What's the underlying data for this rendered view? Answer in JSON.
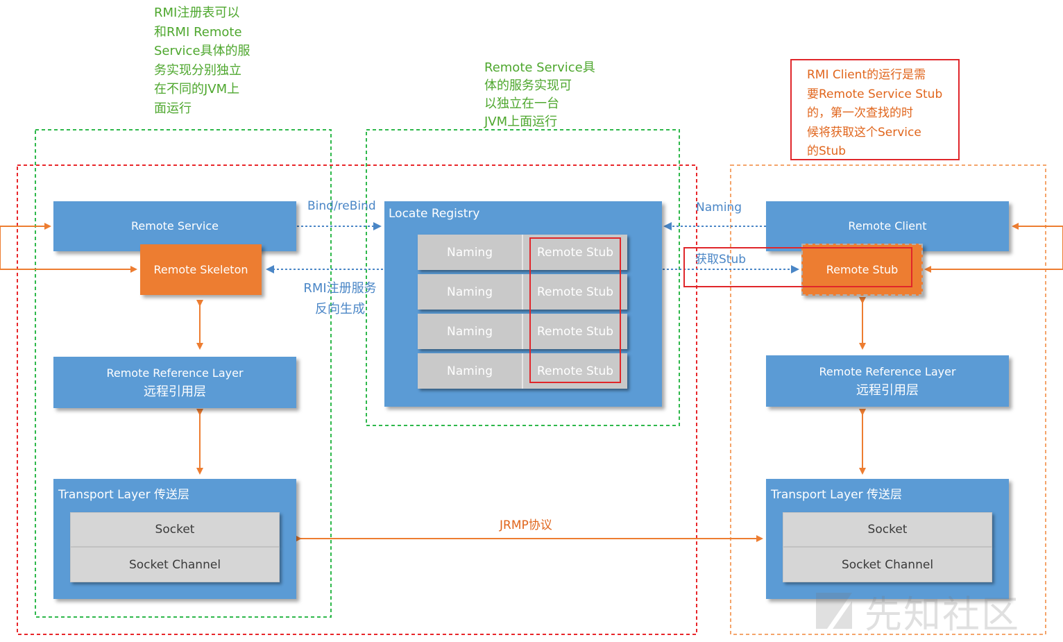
{
  "notes": {
    "registry_separate_jvm": [
      "RMI注册表可以",
      "和RMI Remote",
      "Service具体的服",
      "务实现分别独立",
      "在不同的JVM上",
      "面运行"
    ],
    "service_one_jvm": [
      "Remote Service具",
      "体的服务实现可",
      "以独立在一台",
      "JVM上面运行"
    ],
    "client_needs_stub": [
      "RMI Client的运行是需",
      "要Remote Service Stub",
      "的，第一次查找的时",
      "候将获取这个Service",
      "的Stub"
    ]
  },
  "server": {
    "remote_service": "Remote Service",
    "remote_skeleton": "Remote Skeleton",
    "reference_layer_en": "Remote Reference Layer",
    "reference_layer_zh": "远程引用层",
    "transport_layer": "Transport Layer 传送层",
    "socket": "Socket",
    "socket_channel": "Socket Channel"
  },
  "registry": {
    "title": "Locate Registry",
    "rows": [
      {
        "naming": "Naming",
        "stub": "Remote Stub"
      },
      {
        "naming": "Naming",
        "stub": "Remote Stub"
      },
      {
        "naming": "Naming",
        "stub": "Remote Stub"
      },
      {
        "naming": "Naming",
        "stub": "Remote Stub"
      }
    ]
  },
  "client": {
    "remote_client": "Remote Client",
    "remote_stub": "Remote Stub",
    "reference_layer_en": "Remote Reference Layer",
    "reference_layer_zh": "远程引用层",
    "transport_layer": "Transport Layer 传送层",
    "socket": "Socket",
    "socket_channel": "Socket Channel"
  },
  "edge_labels": {
    "bind_rebind": "Bind/reBind",
    "registry_generates": [
      "RMI注册服务",
      "反向生成"
    ],
    "naming": "Naming",
    "get_stub": "获取Stub",
    "jrmp": "JRMP协议"
  },
  "watermark": "先知社区",
  "colors": {
    "box_blue": "#5b9bd5",
    "box_orange": "#ed7d31",
    "arrow_blue": "#4a86c6",
    "arrow_orange": "#ed7d31",
    "green_dashed": "#2eb84b",
    "red_dashed": "#e8262a",
    "orange_dashed": "#f4a46a",
    "highlight_red": "#e0262a"
  }
}
